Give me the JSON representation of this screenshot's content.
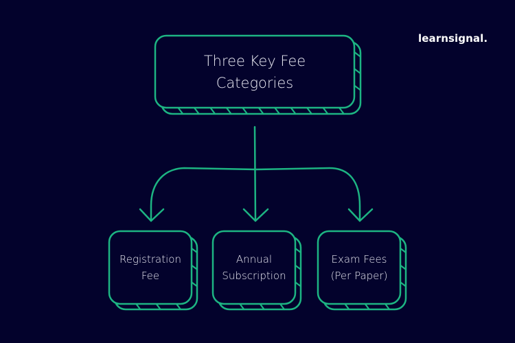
{
  "brand": {
    "name": "learnsignal."
  },
  "colors": {
    "background": "#03022c",
    "accent": "#1db583",
    "text": "#e9e9f2"
  },
  "diagram": {
    "root": {
      "lines": [
        "Three Key Fee",
        "Categories"
      ]
    },
    "children": [
      {
        "lines": [
          "Registration",
          "Fee"
        ]
      },
      {
        "lines": [
          "Annual",
          "Subscription"
        ]
      },
      {
        "lines": [
          "Exam Fees",
          "(Per Paper)"
        ]
      }
    ]
  }
}
